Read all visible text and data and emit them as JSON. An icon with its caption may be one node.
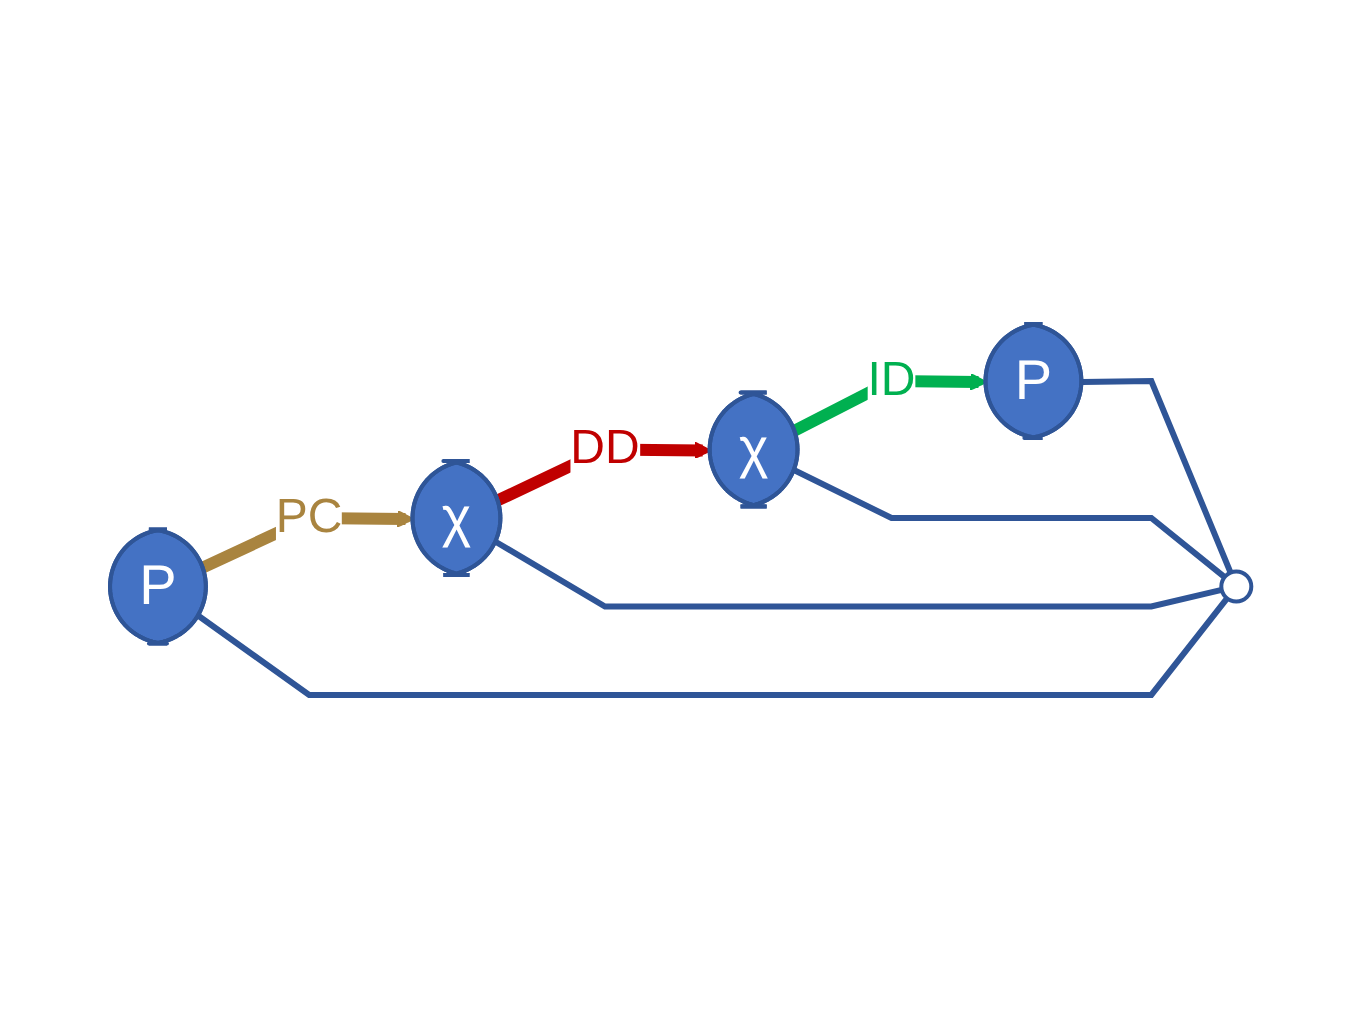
{
  "diagram": {
    "nodes": [
      {
        "text": [
          "χ"
        ]
      },
      {
        "text": [
          "χ"
        ]
      },
      {
        "text": [],
        "shape": "circle"
      },
      {
        "text": [
          "P"
        ]
      },
      {
        "text": [
          "P"
        ]
      }
    ],
    "edges": [
      {
        "from": 0,
        "to": 1,
        "arrow": "to",
        "label": "DD",
        "style": "thick",
        "color": "#c00000"
      },
      {
        "from": 3,
        "to": 0,
        "arrow": "to",
        "label": "PC",
        "style": "thick",
        "color": "#a9843f"
      },
      {
        "from": 1,
        "to": 4,
        "arrow": "to",
        "label": "ID",
        "style": "thick",
        "color": "#00b050"
      },
      {
        "from": 0,
        "to": 2,
        "arrow": "none"
      },
      {
        "from": 1,
        "to": 2,
        "arrow": "none"
      },
      {
        "from": 3,
        "to": 2,
        "arrow": "none"
      },
      {
        "from": 4,
        "to": 2,
        "arrow": "none"
      }
    ]
  }
}
